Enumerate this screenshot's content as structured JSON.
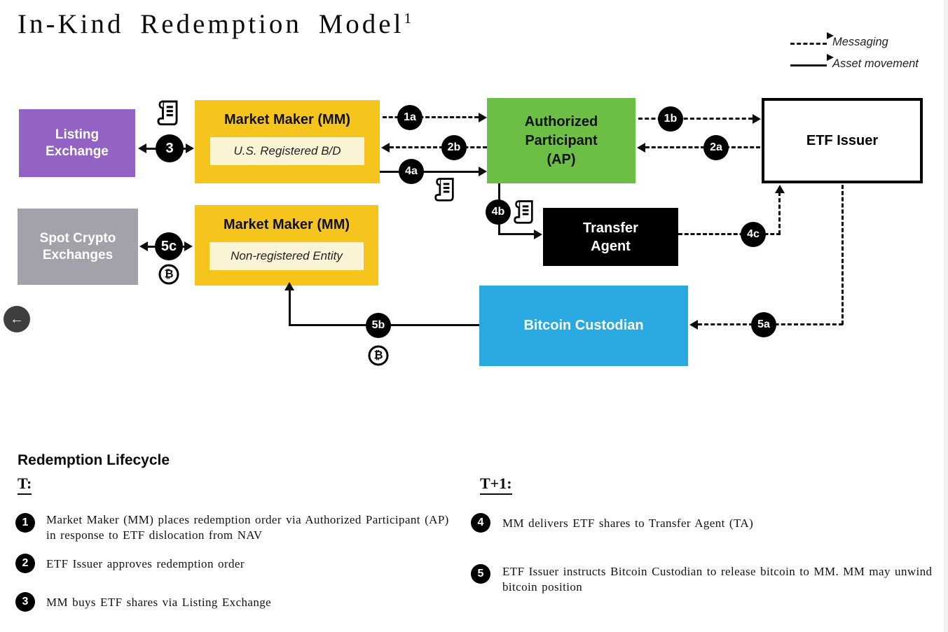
{
  "title": {
    "text": "In-Kind Redemption Model",
    "superscript": "1"
  },
  "legend": {
    "messaging": "Messaging",
    "asset_movement": "Asset movement"
  },
  "nodes": {
    "listing_exchange": {
      "label": "Listing\nExchange"
    },
    "mm_registered": {
      "label": "Market Maker (MM)",
      "sublabel": "U.S. Registered B/D"
    },
    "authorized_participant": {
      "label": "Authorized\nParticipant\n(AP)"
    },
    "etf_issuer": {
      "label": "ETF Issuer"
    },
    "spot_crypto": {
      "label": "Spot Crypto\nExchanges"
    },
    "mm_nonregistered": {
      "label": "Market Maker (MM)",
      "sublabel": "Non-registered Entity"
    },
    "transfer_agent": {
      "label": "Transfer\nAgent"
    },
    "bitcoin_custodian": {
      "label": "Bitcoin Custodian"
    }
  },
  "connectors": {
    "c1a": "1a",
    "c1b": "1b",
    "c2a": "2a",
    "c2b": "2b",
    "c3": "3",
    "c4a": "4a",
    "c4b": "4b",
    "c4c": "4c",
    "c5a": "5a",
    "c5b": "5b",
    "c5c": "5c"
  },
  "bitcoin_symbol": "₿",
  "colors": {
    "purple": "#9263C5",
    "yellow": "#F5C51D",
    "cream": "#FAF3D6",
    "green": "#6CBE45",
    "gray": "#A2A2AB",
    "blue": "#29A9E0",
    "black": "#000000"
  },
  "lifecycle": {
    "heading": "Redemption Lifecycle",
    "col_t": {
      "label": "T:",
      "steps": [
        {
          "num": "1",
          "text": "Market Maker (MM) places redemption order via Authorized Participant (AP) in response to ETF dislocation from NAV"
        },
        {
          "num": "2",
          "text": "ETF Issuer approves redemption order"
        },
        {
          "num": "3",
          "text": "MM buys ETF shares via Listing Exchange"
        }
      ]
    },
    "col_t1": {
      "label": "T+1:",
      "steps": [
        {
          "num": "4",
          "text": "MM delivers ETF shares to Transfer Agent (TA)"
        },
        {
          "num": "5",
          "text": "ETF Issuer instructs Bitcoin Custodian to release bitcoin to MM. MM may unwind bitcoin position"
        }
      ]
    }
  }
}
